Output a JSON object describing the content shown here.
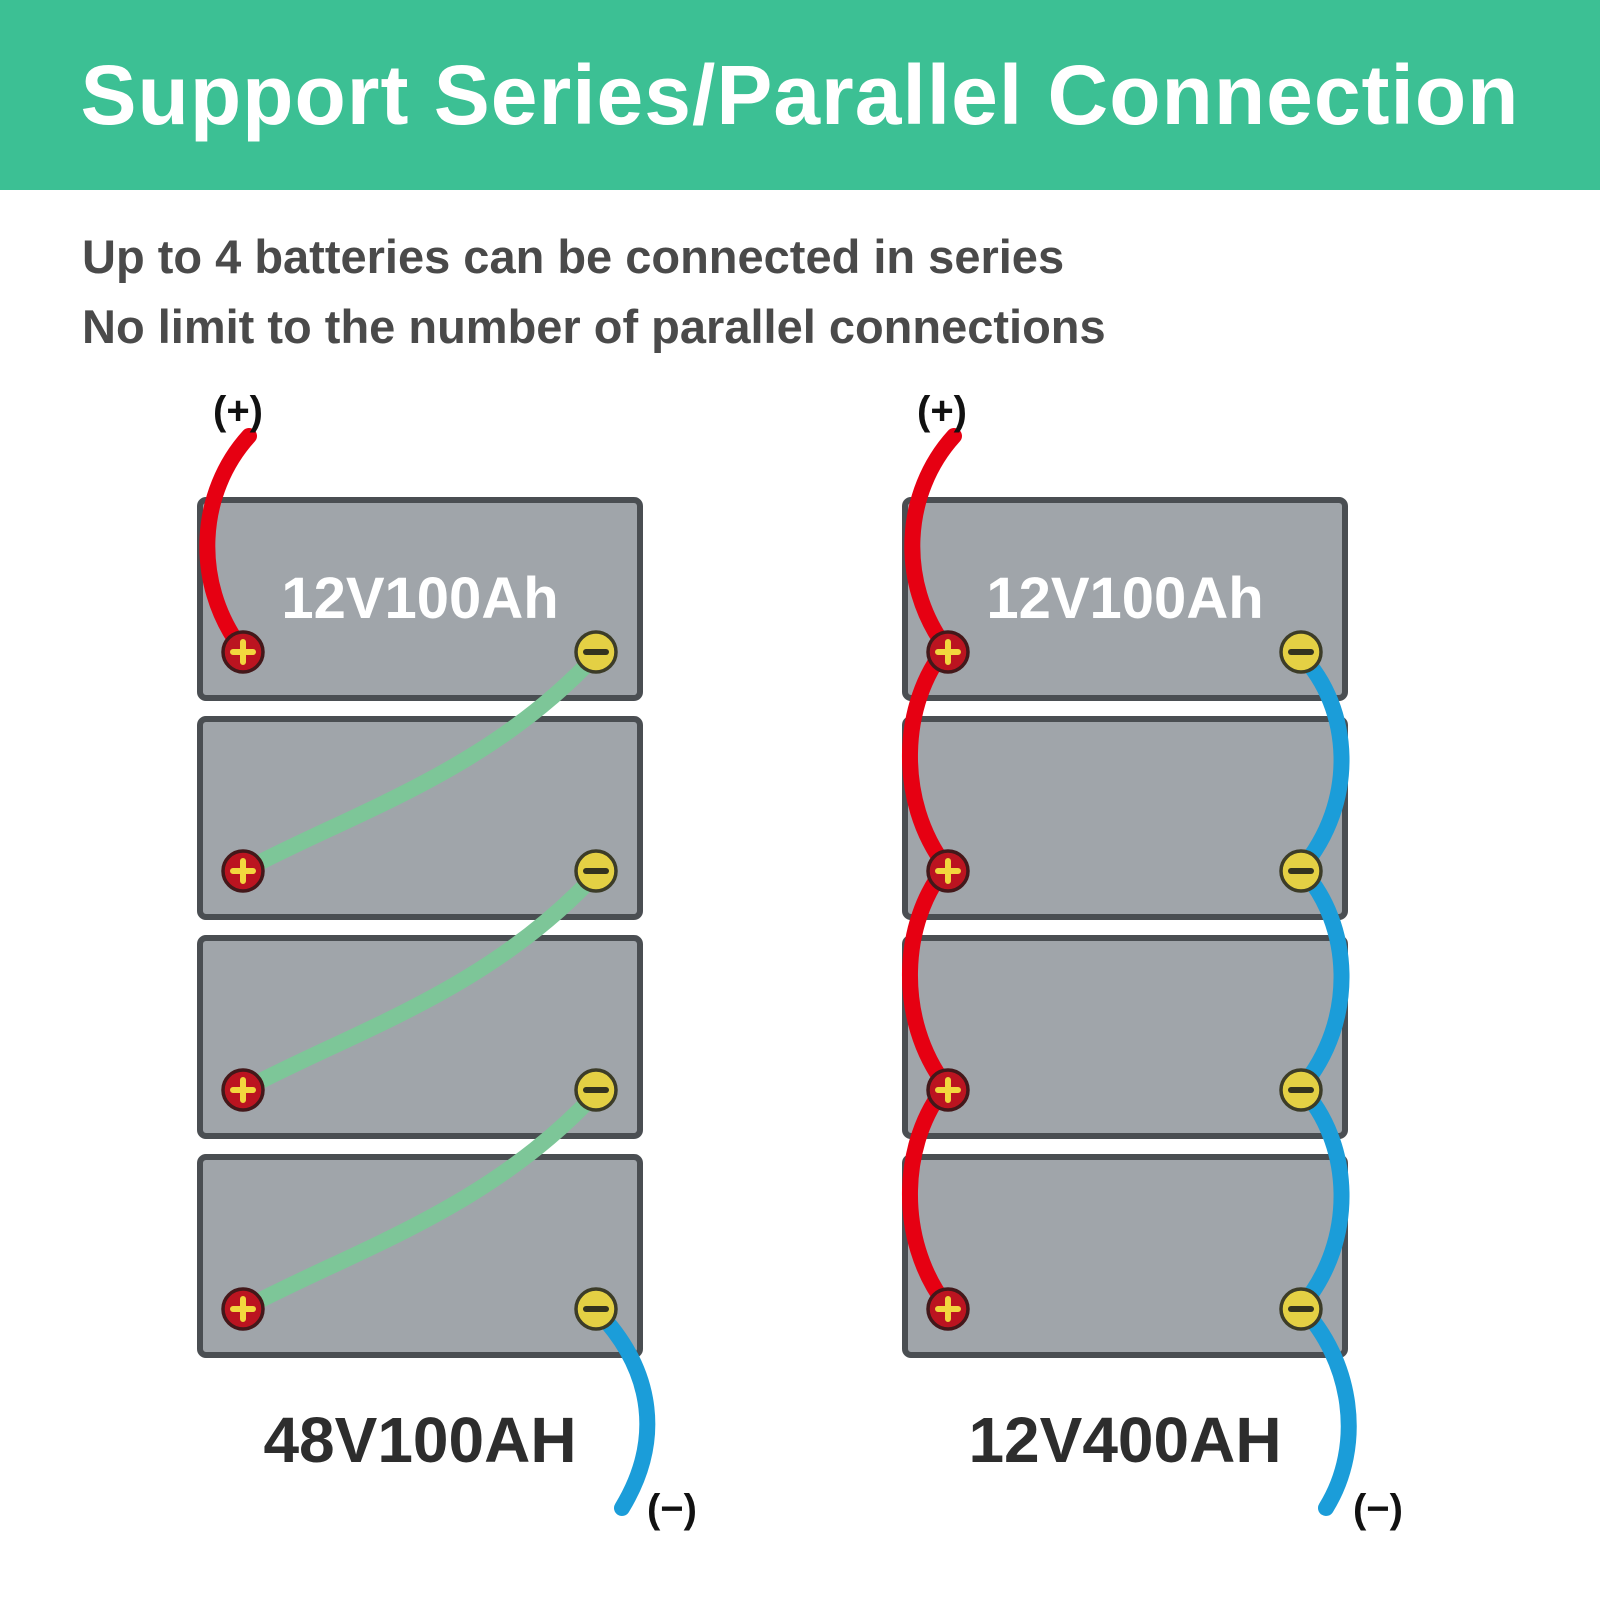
{
  "header": {
    "title": "Support Series/Parallel Connection"
  },
  "description": {
    "line1": "Up to 4 batteries can be connected in series",
    "line2": "No limit to the number of parallel connections"
  },
  "series_diagram": {
    "top_terminal_label": "(+)",
    "bottom_terminal_label": "(−)",
    "battery_label": "12V100Ah",
    "result_label": "48V100AH",
    "battery_count": 4
  },
  "parallel_diagram": {
    "top_terminal_label": "(+)",
    "bottom_terminal_label": "(−)",
    "battery_label": "12V100Ah",
    "result_label": "12V400AH",
    "battery_count": 4
  },
  "colors": {
    "header_bg": "#3cc094",
    "battery_fill": "#a0a5aa",
    "battery_border": "#4a4e52",
    "wire_red": "#e60012",
    "wire_green": "#7dc698",
    "wire_blue": "#1b9dd9",
    "positive_terminal": "#bb1420",
    "negative_terminal": "#e4d044"
  }
}
